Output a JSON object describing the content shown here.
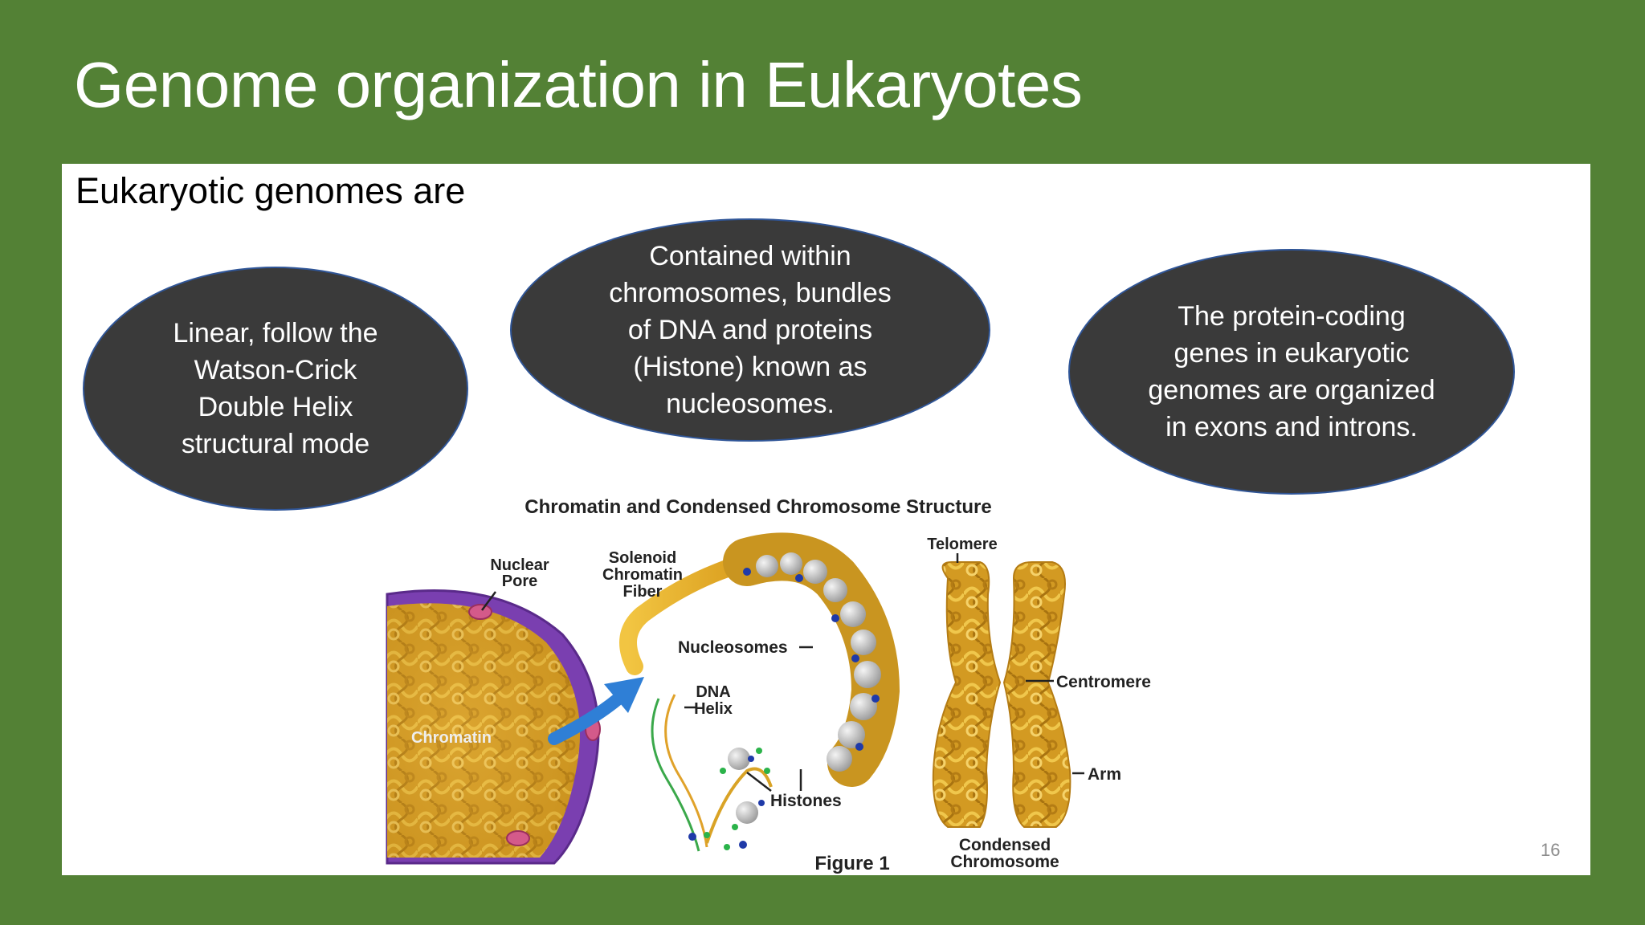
{
  "slide": {
    "title": "Genome organization in Eukaryotes",
    "subtitle": "Eukaryotic genomes are",
    "page_number": "16"
  },
  "ovals": [
    {
      "text": "Linear, follow the Watson-Crick Double Helix structural mode"
    },
    {
      "text": "Contained within chromosomes, bundles of DNA and proteins (Histone) known as nucleosomes."
    },
    {
      "text": "The protein-coding genes in eukaryotic genomes are organized in exons and introns."
    }
  ],
  "figure": {
    "title": "Chromatin and Condensed Chromosome Structure",
    "caption": "Figure 1",
    "labels": {
      "nuclear_pore_1": "Nuclear",
      "nuclear_pore_2": "Pore",
      "solenoid_1": "Solenoid",
      "solenoid_2": "Chromatin",
      "solenoid_3": "Fiber",
      "nucleosomes": "Nucleosomes",
      "dna_1": "DNA",
      "dna_2": "Helix",
      "chromatin": "Chromatin",
      "histones": "Histones",
      "telomere": "Telomere",
      "centromere": "Centromere",
      "arm": "Arm",
      "condensed_1": "Condensed",
      "condensed_2": "Chromosome"
    },
    "colors": {
      "chromatin": "#d9a326",
      "nucleus_membrane": "#7a3fb0",
      "arrow": "#2f7fd6",
      "nucleosome": "#c8c8c8",
      "histone_marker": "#1f3aa8",
      "dna_backbone": "#3aa84a"
    }
  },
  "theme": {
    "background": "#538135",
    "oval_fill": "#3a3a3a",
    "oval_border": "#2f5597"
  }
}
